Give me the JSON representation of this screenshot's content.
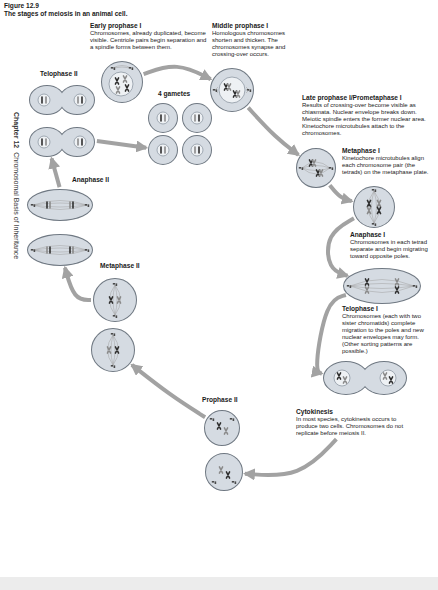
{
  "diagram": {
    "title": "Figure 12.9",
    "caption": "The stages of meiosis in an animal cell.",
    "nodes": [
      {
        "text": [
          "Early prophase I",
          "Chromosomes, already duplicated, become visible. Centriole pairs begin separation and a spindle forms between them."
        ]
      },
      {
        "text": [
          "Middle prophase I",
          "Homologous chromosomes shorten and thicken. The chromosomes synapse and crossing-over occurs."
        ]
      },
      {
        "text": [
          "Late prophase I/Prometaphase I",
          "Results of crossing-over become visible as chiasmata. Nuclear envelope breaks down. Meiotic spindle enters the former nuclear area. Kinetochore microtubules attach to the chromosomes."
        ]
      },
      {
        "text": [
          "Metaphase I",
          "Kinetochore microtubules align each chromosome pair (the tetrads) on the metaphase plate."
        ]
      },
      {
        "text": [
          "Anaphase I",
          "Chromosomes in each tetrad separate and begin migrating toward opposite poles."
        ]
      },
      {
        "text": [
          "Telophase I",
          "Chromosomes (each with two sister chromatids) complete migration to the poles and new nuclear envelopes may form. (Other sorting patterns are possible.)"
        ]
      },
      {
        "text": [
          "Cytokinesis",
          "In most species, cytokinesis occurs to produce two cells. Chromosomes do not replicate before meiosis II."
        ]
      },
      {
        "text": [
          "Prophase II"
        ]
      },
      {
        "text": [
          "Metaphase II"
        ]
      },
      {
        "text": [
          "Anaphase II"
        ]
      },
      {
        "text": [
          "Telophase II"
        ]
      },
      {
        "text": [
          "4 gametes"
        ]
      }
    ],
    "edges": [
      {
        "from": 0,
        "to": 1,
        "arrow": "to"
      },
      {
        "from": 1,
        "to": 2,
        "arrow": "to"
      },
      {
        "from": 2,
        "to": 3,
        "arrow": "to"
      },
      {
        "from": 3,
        "to": 4,
        "arrow": "to"
      },
      {
        "from": 4,
        "to": 5,
        "arrow": "to"
      },
      {
        "from": 6,
        "to": 7,
        "arrow": "to"
      },
      {
        "from": 7,
        "to": 8,
        "arrow": "to"
      },
      {
        "from": 8,
        "to": 9,
        "arrow": "to"
      },
      {
        "from": 9,
        "to": 10,
        "arrow": "to"
      },
      {
        "from": 10,
        "to": 11,
        "arrow": "to"
      }
    ],
    "labels": [
      "Chapter 12",
      "Chromosomal Basis of Inheritance"
    ]
  }
}
